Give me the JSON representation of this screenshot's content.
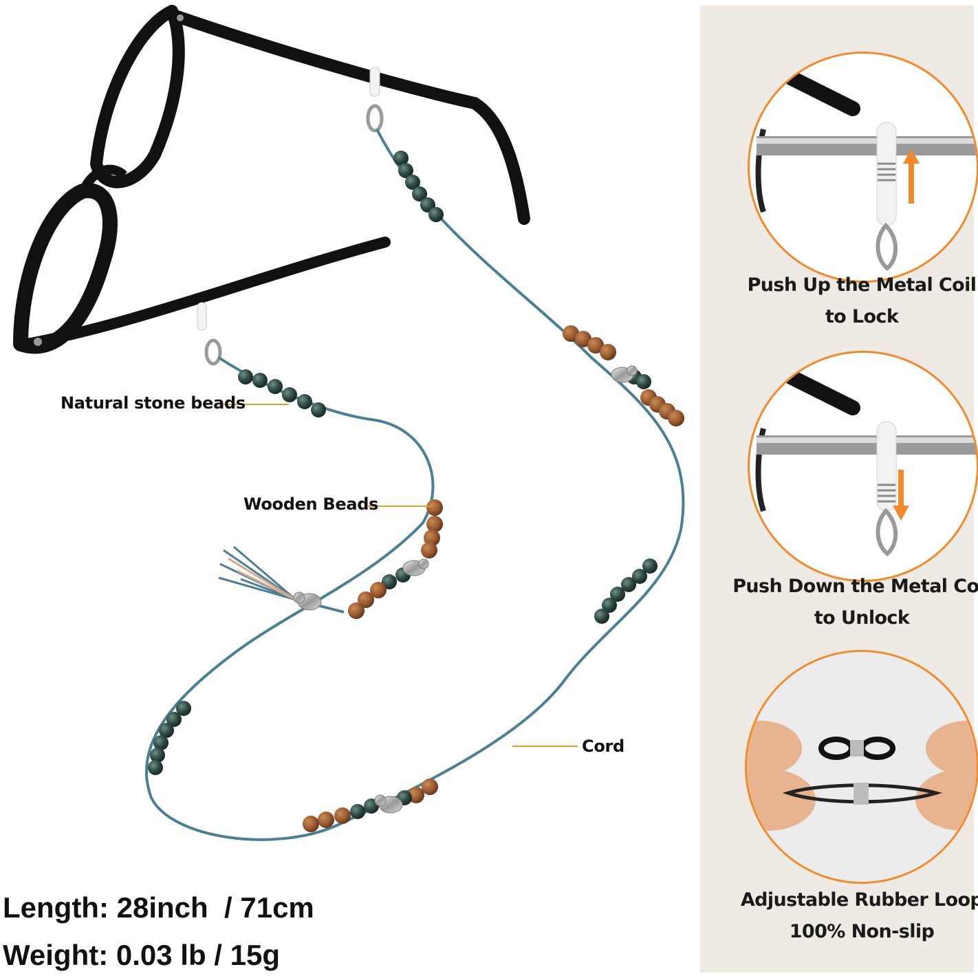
{
  "callouts": {
    "stone_beads": "Natural stone beads",
    "wooden_beads": "Wooden Beads",
    "cord": "Cord"
  },
  "specs": {
    "length": "Length: 28inch  / 71cm",
    "weight": "Weight: 0.03 lb / 15g"
  },
  "steps": [
    {
      "line1": "Push Up the Metal Coil",
      "line2": "to Lock",
      "arrow": "up"
    },
    {
      "line1": "Push Down the Metal Coil",
      "line2": "to Unlock",
      "arrow": "down"
    },
    {
      "line1": "Adjustable Rubber Loop",
      "line2": "100% Non-slip"
    }
  ],
  "colors": {
    "accent": "#f08a2c",
    "panel": "#efebe4",
    "cord": "#4a7f94",
    "wood_bead": "#9a5a30",
    "stone_bead": "#2f4a46",
    "frame": "#111111"
  }
}
